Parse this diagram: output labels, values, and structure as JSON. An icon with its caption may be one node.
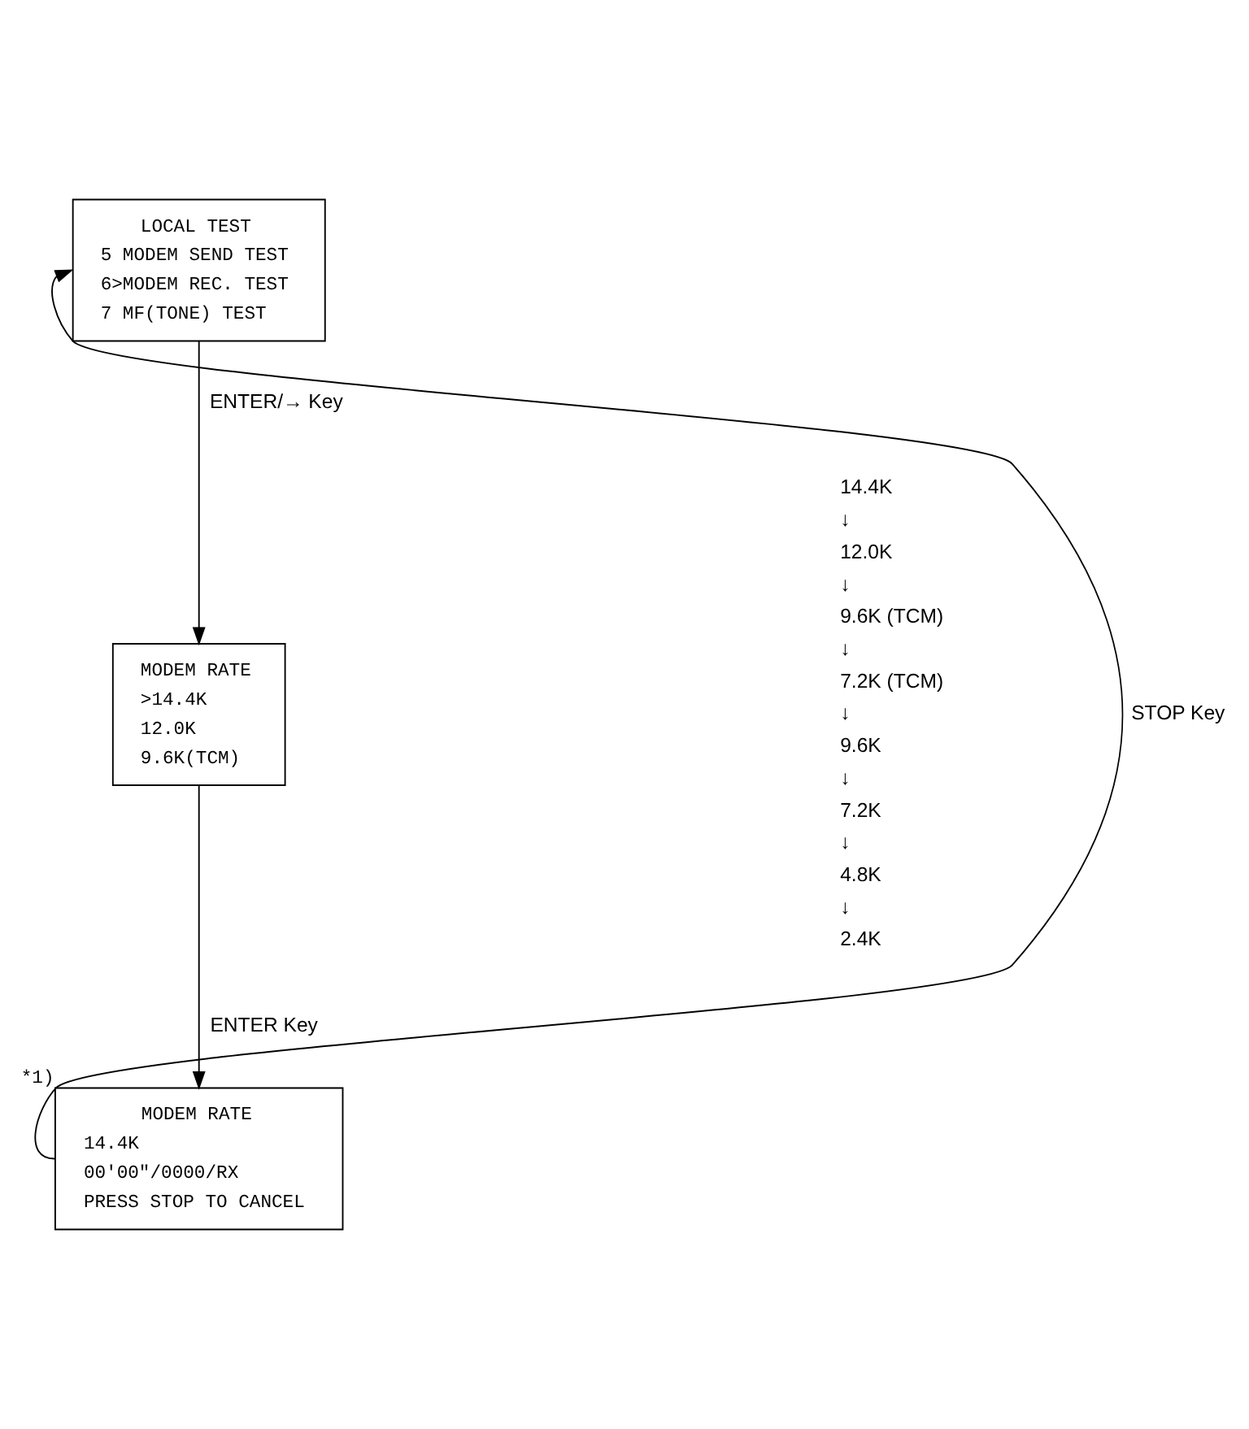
{
  "diagram": {
    "nodes": [
      {
        "text": [
          "LOCAL TEST",
          "5 MODEM SEND TEST",
          "6>MODEM REC. TEST",
          "7 MF(TONE) TEST"
        ]
      },
      {
        "text": [
          "MODEM RATE",
          ">14.4K",
          "12.0K",
          "9.6K(TCM)"
        ]
      },
      {
        "text": [
          "MODEM RATE",
          "14.4K",
          "00'00\"/0000/RX",
          "PRESS STOP TO CANCEL"
        ],
        "beside": [
          "*1)"
        ]
      }
    ],
    "edges": [
      {
        "from": 0,
        "to": 1,
        "arrow": "to",
        "label": "ENTER/→ Key"
      },
      {
        "from": 1,
        "to": 2,
        "arrow": "to",
        "label": "ENTER Key"
      },
      {
        "from": 2,
        "to": 0,
        "arrow": "to",
        "label": "STOP Key"
      }
    ],
    "labels": [
      "14.4K",
      "↓",
      "12.0K",
      "↓",
      "9.6K (TCM)",
      "↓",
      "7.2K (TCM)",
      "↓",
      "9.6K",
      "↓",
      "7.2K",
      "↓",
      "4.8K",
      "↓",
      "2.4K"
    ]
  }
}
